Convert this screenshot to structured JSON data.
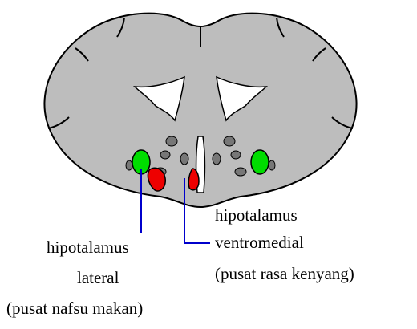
{
  "labels": {
    "ventromedial": {
      "line1": "hipotalamus",
      "line2": "ventromedial",
      "line3": "(pusat rasa kenyang)"
    },
    "lateral": {
      "line1": "hipotalamus",
      "line2": "lateral",
      "line3": "(pusat nafsu makan)"
    }
  },
  "colors": {
    "brain_fill": "#bdbdbd",
    "outline": "#000000",
    "ventricle": "#ffffff",
    "nucleus_gray": "#777777",
    "lateral_nucleus": "#00dd00",
    "ventromedial_nucleus": "#ee0000",
    "leader_line": "#0000cc"
  }
}
